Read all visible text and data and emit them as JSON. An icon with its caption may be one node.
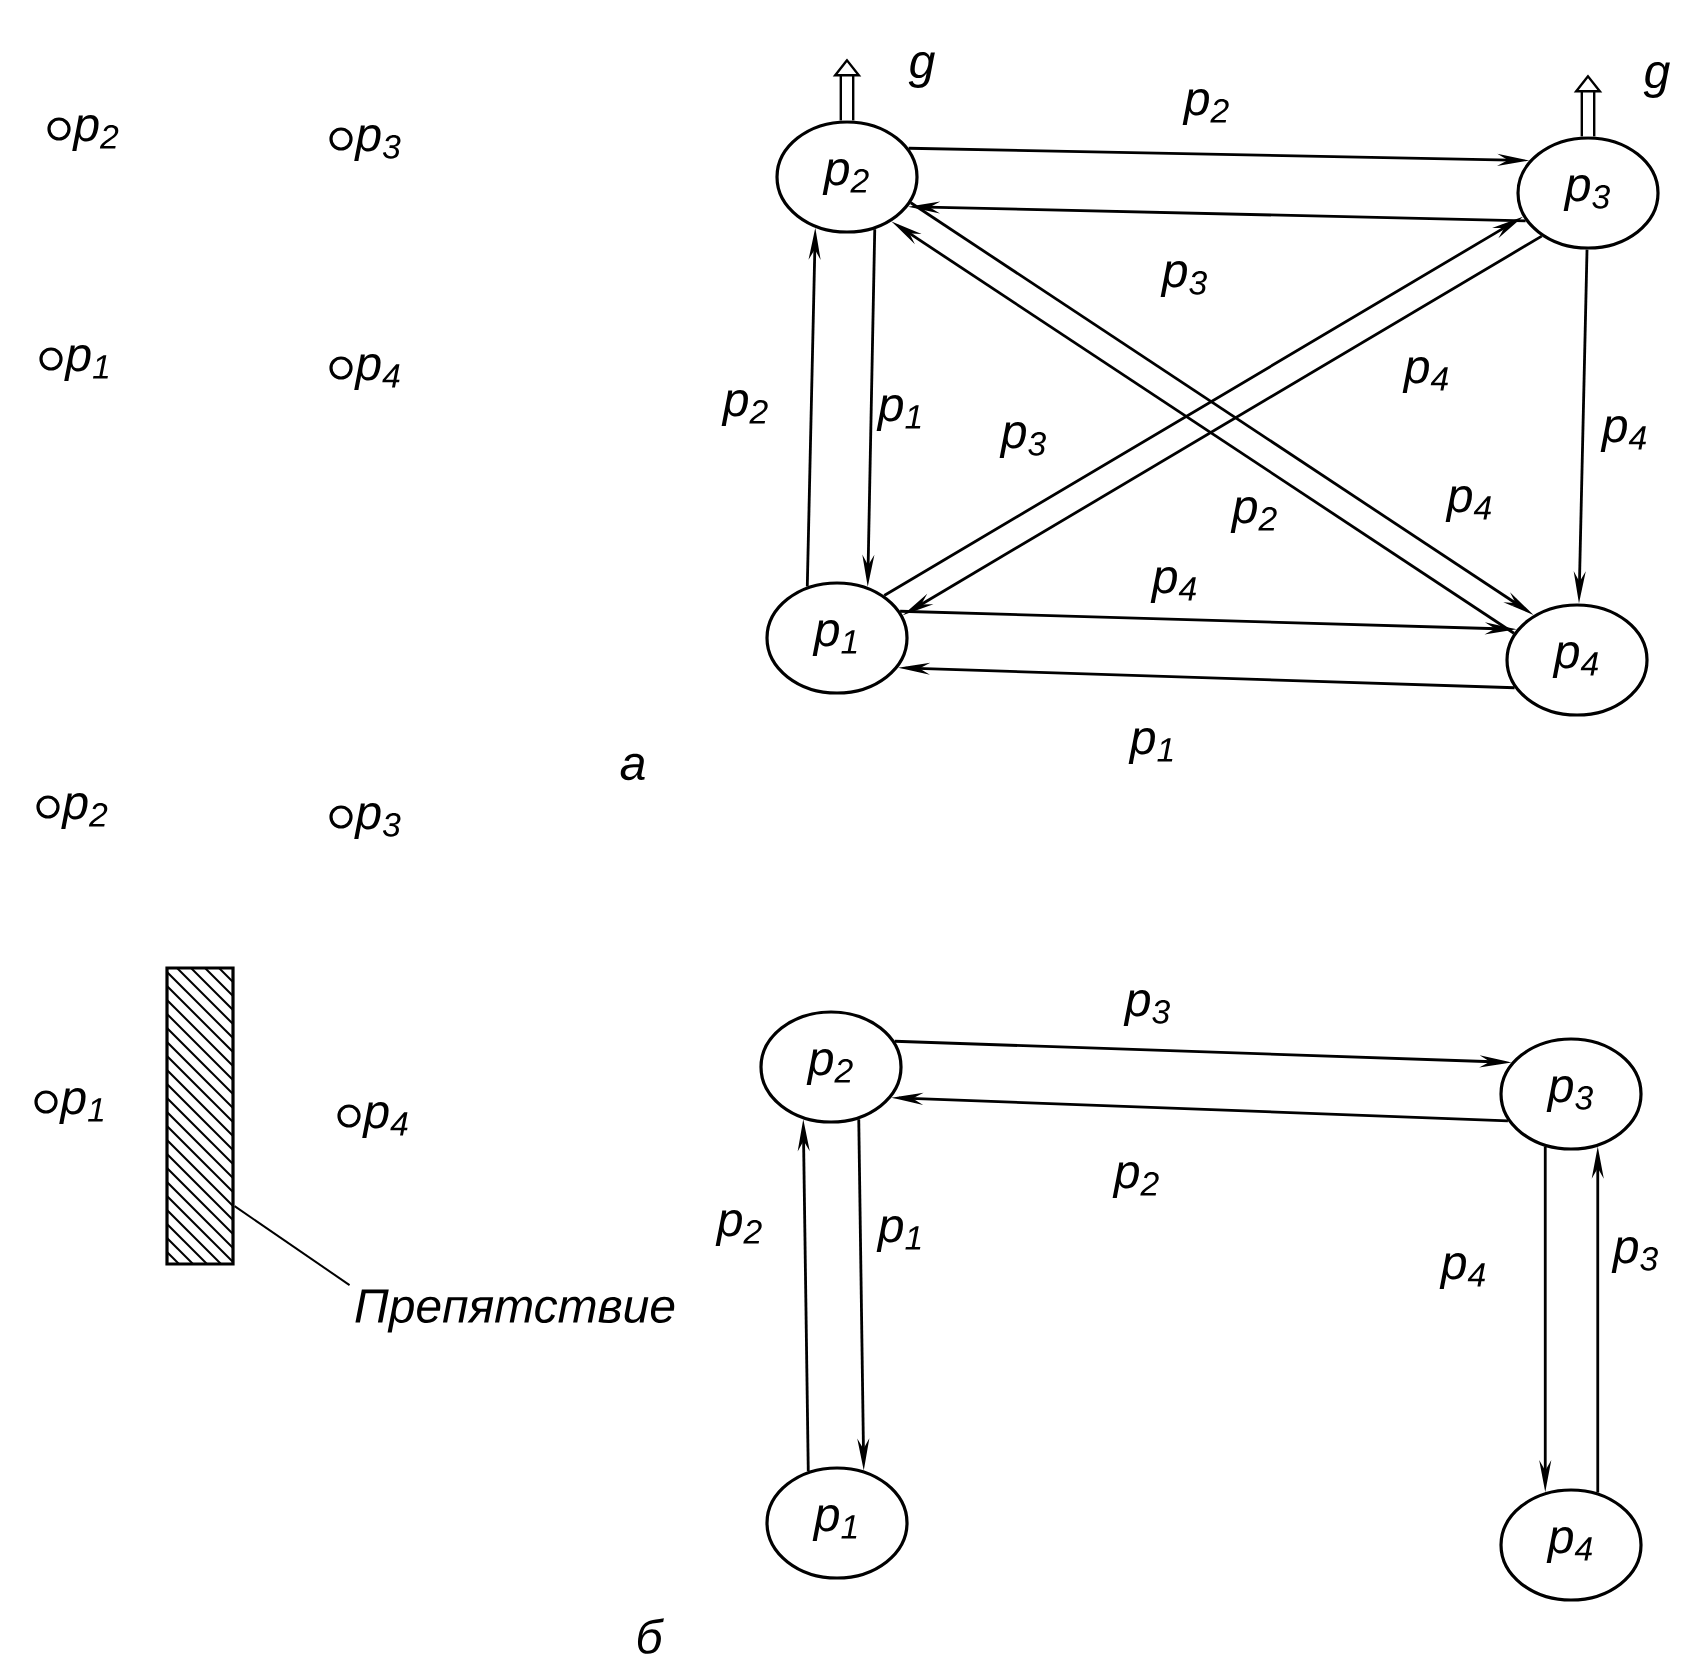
{
  "diagram": {
    "nodes": [
      {
        "text": [
          "p$_{2}$"
        ]
      },
      {
        "text": [
          "p$_{3}$"
        ]
      },
      {
        "text": [
          "p$_{1}$"
        ]
      },
      {
        "text": [
          "p$_{4}$"
        ]
      },
      {
        "text": [],
        "shape": "box"
      },
      {
        "text": [
          "Препятствие"
        ]
      },
      {
        "text": [
          "p$_{2}$"
        ]
      },
      {
        "text": [
          "p$_{3}$"
        ]
      },
      {
        "text": [
          "p$_{1}$"
        ]
      },
      {
        "text": [
          "p$_{4}$"
        ]
      }
    ],
    "edges": [
      {
        "from": 0,
        "to": 1,
        "arrow": "to",
        "label": "p$_{2}$"
      },
      {
        "from": 1,
        "to": 0,
        "arrow": "to",
        "label": "p$_{3}$"
      },
      {
        "from": 2,
        "to": 0,
        "arrow": "to",
        "label": "p$_{2}$"
      },
      {
        "from": 0,
        "to": 2,
        "arrow": "to",
        "label": "p$_{1}$"
      },
      {
        "from": 2,
        "to": 3,
        "arrow": "to",
        "label": "p$_{4}$"
      },
      {
        "from": 3,
        "to": 2,
        "arrow": "to",
        "label": "p$_{1}$"
      },
      {
        "from": 1,
        "to": 3,
        "arrow": "to",
        "label": "p$_{4}$"
      },
      {
        "from": 2,
        "to": 1,
        "arrow": "to",
        "label": "p$_{3}$"
      },
      {
        "from": 1,
        "to": 2,
        "arrow": "to",
        "label": "p$_{4}$"
      },
      {
        "from": 0,
        "to": 3,
        "arrow": "to",
        "label": "p$_{4}$"
      },
      {
        "from": 3,
        "to": 0,
        "arrow": "to",
        "label": "p$_{2}$"
      },
      {
        "from": 0,
        "to": null,
        "arrow": "to",
        "label": "g",
        "style": "thick"
      },
      {
        "from": 1,
        "to": null,
        "arrow": "to",
        "label": "g",
        "style": "thick"
      },
      {
        "from": 5,
        "to": 4,
        "arrow": "none"
      },
      {
        "from": 6,
        "to": 7,
        "arrow": "to",
        "label": "p$_{3}$"
      },
      {
        "from": 7,
        "to": 6,
        "arrow": "to",
        "label": "p$_{2}$"
      },
      {
        "from": 8,
        "to": 6,
        "arrow": "to",
        "label": "p$_{2}$"
      },
      {
        "from": 6,
        "to": 8,
        "arrow": "to",
        "label": "p$_{1}$"
      },
      {
        "from": 7,
        "to": 9,
        "arrow": "to",
        "label": "p$_{4}$"
      },
      {
        "from": 9,
        "to": 7,
        "arrow": "to",
        "label": "p$_{3}$"
      }
    ],
    "labels": [
      "p$_{2}$",
      "p$_{3}$",
      "p$_{1}$",
      "p$_{4}$",
      "а",
      "p$_{2}$",
      "p$_{3}$",
      "p$_{1}$",
      "p$_{4}$",
      "б"
    ]
  }
}
